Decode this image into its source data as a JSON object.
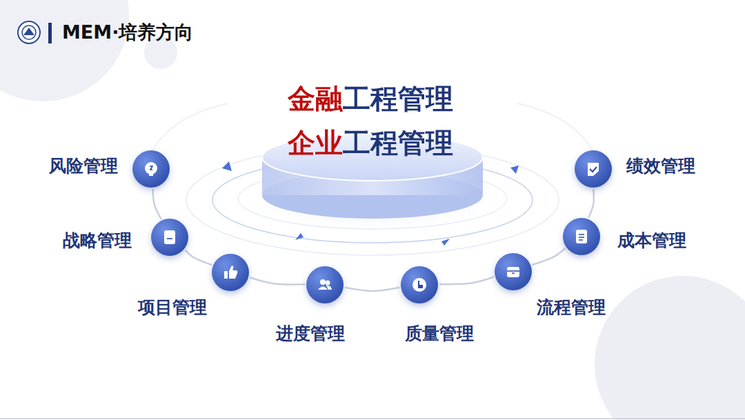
{
  "diagram": {
    "title": "MEM·培养方向",
    "nodes": [
      {
        "text": [
          "风险管理"
        ]
      },
      {
        "text": [
          "战略管理"
        ]
      },
      {
        "text": [
          "项目管理"
        ]
      },
      {
        "text": [
          "进度管理"
        ]
      },
      {
        "text": [
          "质量管理"
        ]
      },
      {
        "text": [
          "流程管理"
        ]
      },
      {
        "text": [
          "成本管理"
        ]
      },
      {
        "text": [
          "绩效管理"
        ]
      }
    ],
    "edges": [
      {
        "from": 0,
        "to": 1,
        "arrow": "none"
      },
      {
        "from": 1,
        "to": 2,
        "arrow": "none"
      },
      {
        "from": 2,
        "to": 3,
        "arrow": "none"
      },
      {
        "from": 3,
        "to": 4,
        "arrow": "none"
      },
      {
        "from": 4,
        "to": 5,
        "arrow": "none"
      },
      {
        "from": 5,
        "to": 6,
        "arrow": "none"
      },
      {
        "from": 6,
        "to": 7,
        "arrow": "none"
      }
    ],
    "labels": [
      "金融工程管理",
      "企业工程管理"
    ]
  }
}
